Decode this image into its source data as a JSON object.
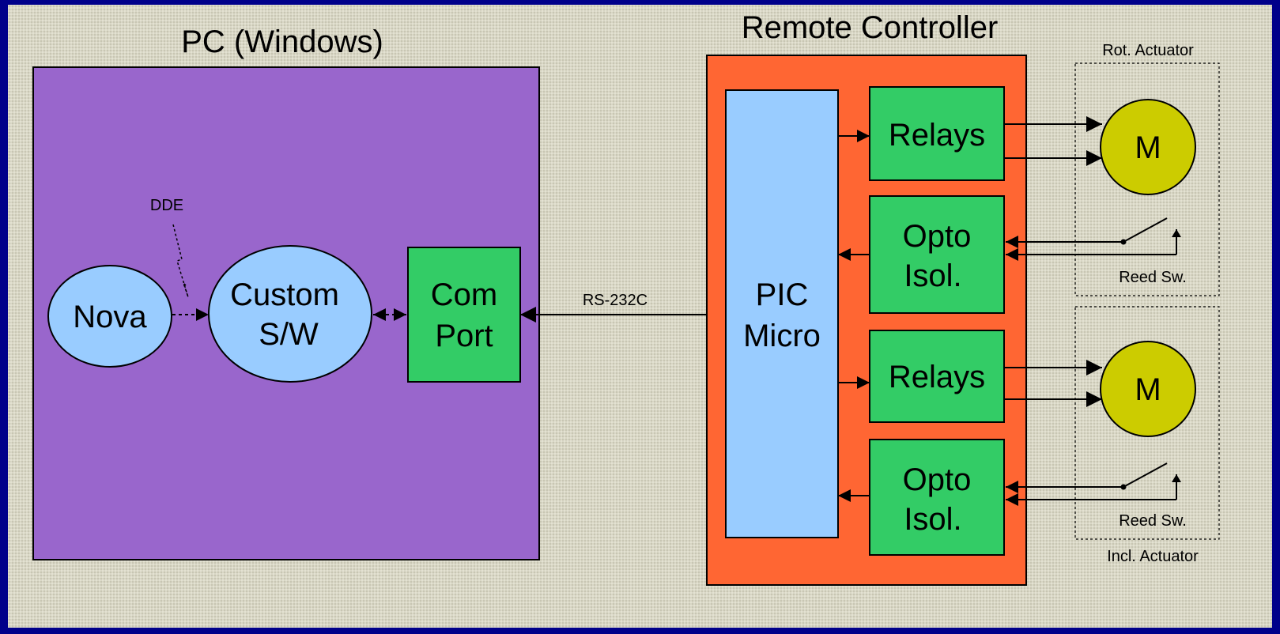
{
  "pc": {
    "title": "PC (Windows)"
  },
  "nova": {
    "label": "Nova"
  },
  "dde": {
    "label": "DDE"
  },
  "custom_sw": {
    "line1": "Custom",
    "line2": "S/W"
  },
  "com_port": {
    "line1": "Com",
    "line2": "Port"
  },
  "rs232": {
    "label": "RS-232C"
  },
  "remote": {
    "title": "Remote Controller"
  },
  "pic": {
    "line1": "PIC",
    "line2": "Micro"
  },
  "relays_top": {
    "label": "Relays"
  },
  "opto_top": {
    "line1": "Opto",
    "line2": "Isol."
  },
  "relays_bottom": {
    "label": "Relays"
  },
  "opto_bottom": {
    "line1": "Opto",
    "line2": "Isol."
  },
  "rot_actuator": {
    "title": "Rot. Actuator",
    "motor": "M",
    "switch": "Reed Sw."
  },
  "incl_actuator": {
    "title": "Incl. Actuator",
    "motor": "M",
    "switch": "Reed Sw."
  },
  "colors": {
    "background": "#00008a",
    "pc_box": "#9966cc",
    "remote_box": "#ff6633",
    "pic_box": "#99ccff",
    "green_block": "#33cc66",
    "motor": "#cccc00",
    "ellipse": "#99ccff"
  }
}
